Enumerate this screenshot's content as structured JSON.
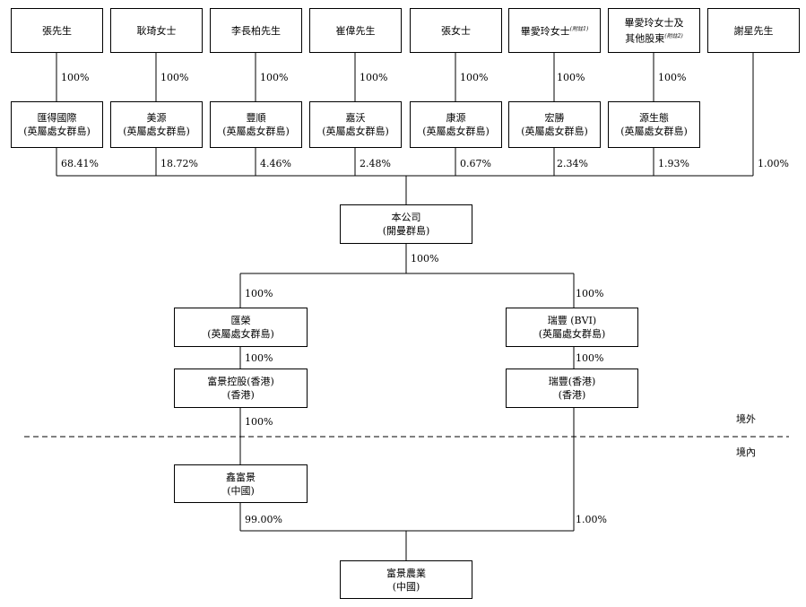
{
  "owners": [
    {
      "name": "張先生"
    },
    {
      "name": "耿琦女士"
    },
    {
      "name": "李長柏先生"
    },
    {
      "name": "崔偉先生"
    },
    {
      "name": "張女士"
    },
    {
      "name": "畢愛玲女士",
      "note": "(附註1)"
    },
    {
      "name": "畢愛玲女士及",
      "name2": "其他股東",
      "note": "(附註2)"
    },
    {
      "name": "謝星先生"
    }
  ],
  "owner_to_bvi_pct": [
    "100%",
    "100%",
    "100%",
    "100%",
    "100%",
    "100%",
    "100%"
  ],
  "bvi_companies": [
    {
      "name": "匯得國際",
      "place": "(英屬處女群島)",
      "stake": "68.41%"
    },
    {
      "name": "美源",
      "place": "(英屬處女群島)",
      "stake": "18.72%"
    },
    {
      "name": "豐順",
      "place": "(英屬處女群島)",
      "stake": "4.46%"
    },
    {
      "name": "嘉沃",
      "place": "(英屬處女群島)",
      "stake": "2.48%"
    },
    {
      "name": "康源",
      "place": "(英屬處女群島)",
      "stake": "0.67%"
    },
    {
      "name": "宏勝",
      "place": "(英屬處女群島)",
      "stake": "2.34%"
    },
    {
      "name": "源生態",
      "place": "(英屬處女群島)",
      "stake": "1.93%"
    }
  ],
  "direct_stake": "1.00%",
  "company": {
    "name": "本公司",
    "place": "(開曼群島)",
    "stake_below": "100%"
  },
  "left_branch": {
    "sub1": {
      "name": "匯榮",
      "place": "(英屬處女群島)",
      "stake": "100%"
    },
    "sub2": {
      "name": "富景控股(香港)",
      "place": "(香港)",
      "stake": "100%"
    },
    "sub3": {
      "name": "鑫富景",
      "place": "(中國)",
      "stake": "100%",
      "stake_below": "99.00%"
    }
  },
  "right_branch": {
    "sub1": {
      "name": "瑞豐 (BVI)",
      "place": "(英屬處女群島)",
      "stake": "100%"
    },
    "sub2": {
      "name": "瑞豐(香港)",
      "place": "(香港)",
      "stake": "100%",
      "stake_below": "1.00%"
    }
  },
  "operating": {
    "name": "富景農業",
    "place": "(中國)"
  },
  "zones": {
    "offshore": "境外",
    "onshore": "境內"
  }
}
